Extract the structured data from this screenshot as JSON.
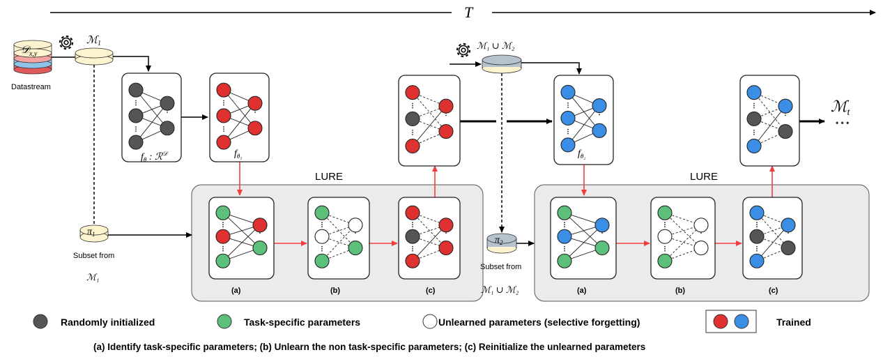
{
  "timeline": {
    "label": "T"
  },
  "labels": {
    "datastream": "Datastream",
    "d_xy": "𝒟",
    "d_sub": "x,y",
    "m1": "ℳ",
    "m1_sub": "1",
    "m1m2_top": "ℳ₁ ∪ ℳ₂",
    "f_theta": "f",
    "f_theta_rest": " : ℛ",
    "f_theta_sup": "𝒟",
    "f_theta1": "f",
    "f_theta1_sub": "θ₁",
    "f_theta2": "f",
    "f_theta2_sub": "θ₂",
    "theta": "θ",
    "pi1": "π",
    "pi1_sub": "1",
    "pi2": "π",
    "pi2_sub": "2",
    "subset_from": "Subset from",
    "subset_m1": "ℳ₁",
    "subset_m1m2": "ℳ₁ ∪ ℳ₂",
    "mt": "ℳ",
    "mt_sub": "t",
    "dots": "• • •",
    "lure": "LURE",
    "step_a": "(a)",
    "step_b": "(b)",
    "step_c": "(c)"
  },
  "legend": {
    "random": "Randomly initialized",
    "task": "Task-specific parameters",
    "unlearned": "Unlearned parameters (selective forgetting)",
    "trained": "Trained"
  },
  "caption": "(a) Identify task-specific parameters; (b) Unlearn the non task-specific parameters;  (c) Reinitialize the unlearned parameters",
  "colors": {
    "gray": "#555555",
    "green": "#5cbf7a",
    "red": "#e03131",
    "blue": "#3a8ee6",
    "white": "#ffffff",
    "panel": "#ebebeb",
    "arrow_red": "#f03e3e",
    "db_yellow": "#fdf3cf",
    "db_gray": "#b7c2cf"
  },
  "icons": [
    "gear-icon",
    "database-icon",
    "neural-network-icon"
  ]
}
